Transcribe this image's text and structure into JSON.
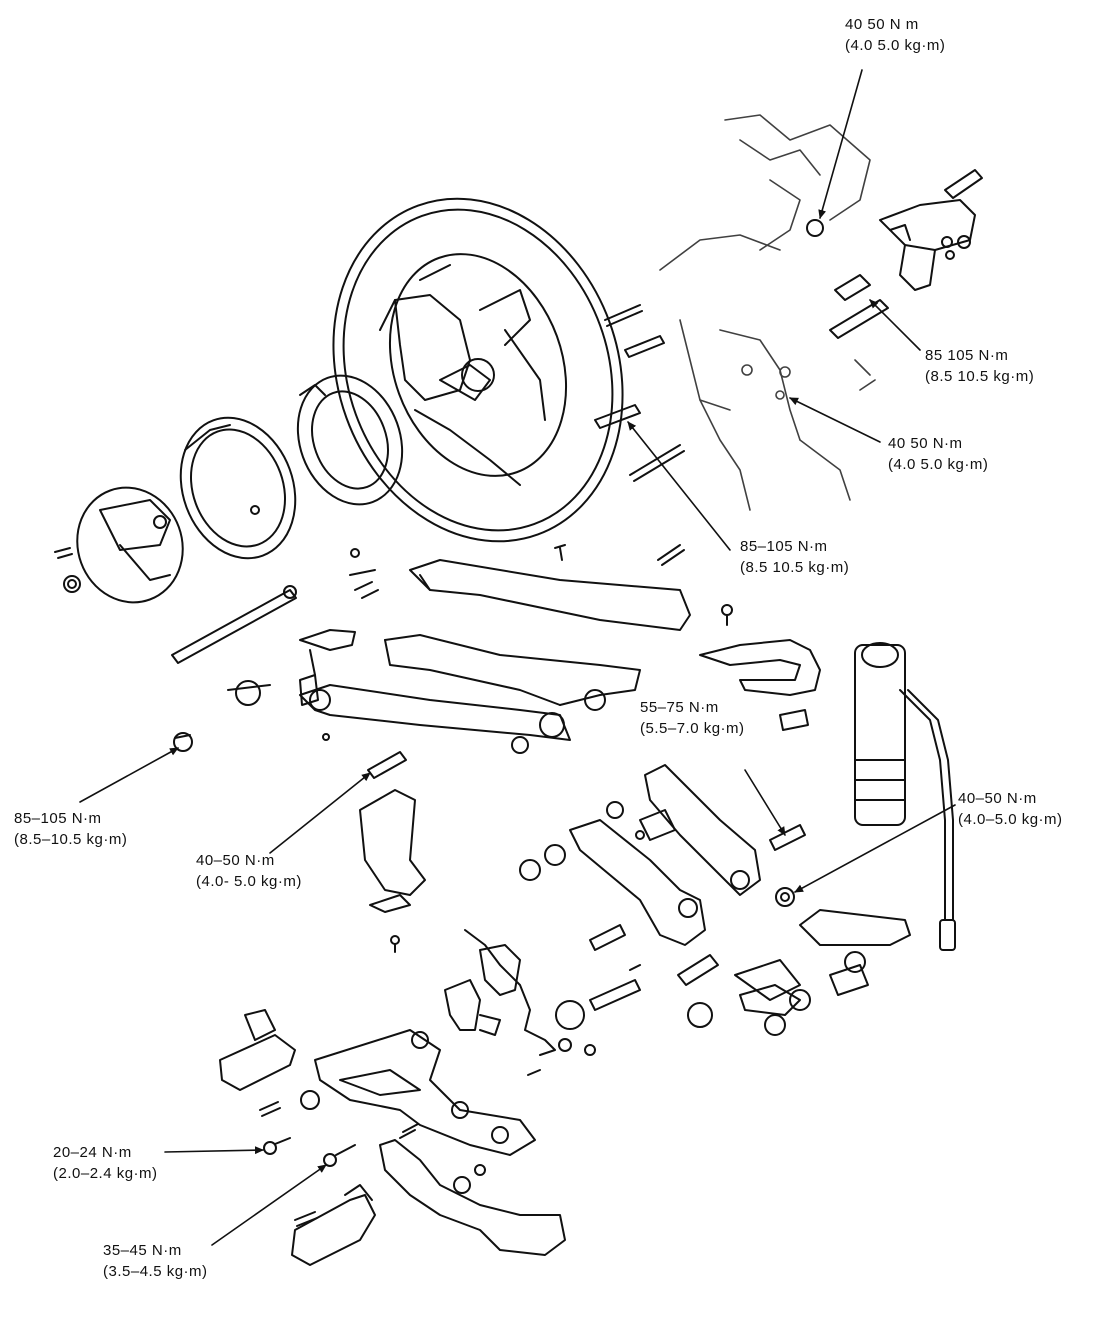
{
  "colors": {
    "background": "#ffffff",
    "ink": "#111111"
  },
  "torque_callouts": [
    {
      "id": "top-right",
      "nm": "40  50 N m",
      "kgm": "(4.0  5.0 kg·m)"
    },
    {
      "id": "upper-right-pin",
      "nm": "85  105 N·m",
      "kgm": "(8.5   10.5 kg·m)"
    },
    {
      "id": "right-bolt",
      "nm": "40  50 N·m",
      "kgm": "(4.0  5.0 kg·m)"
    },
    {
      "id": "axle-center",
      "nm": "85–105 N·m",
      "kgm": "(8.5  10.5 kg·m)"
    },
    {
      "id": "swingarm-pivot",
      "nm": "55–75 N·m",
      "kgm": "(5.5–7.0 kg·m)"
    },
    {
      "id": "shock-lower",
      "nm": "40–50 N·m",
      "kgm": "(4.0–5.0 kg·m)"
    },
    {
      "id": "axle-nut-left",
      "nm": "85–105 N·m",
      "kgm": "(8.5–10.5 kg·m)"
    },
    {
      "id": "pivot-bolt-left",
      "nm": "40–50 N·m",
      "kgm": "(4.0- 5.0 kg·m)"
    },
    {
      "id": "footpeg-bolt",
      "nm": "20–24 N·m",
      "kgm": "(2.0–2.4 kg·m)"
    },
    {
      "id": "bracket-bolt",
      "nm": "35–45 N·m",
      "kgm": "(3.5–4.5 kg·m)"
    }
  ]
}
